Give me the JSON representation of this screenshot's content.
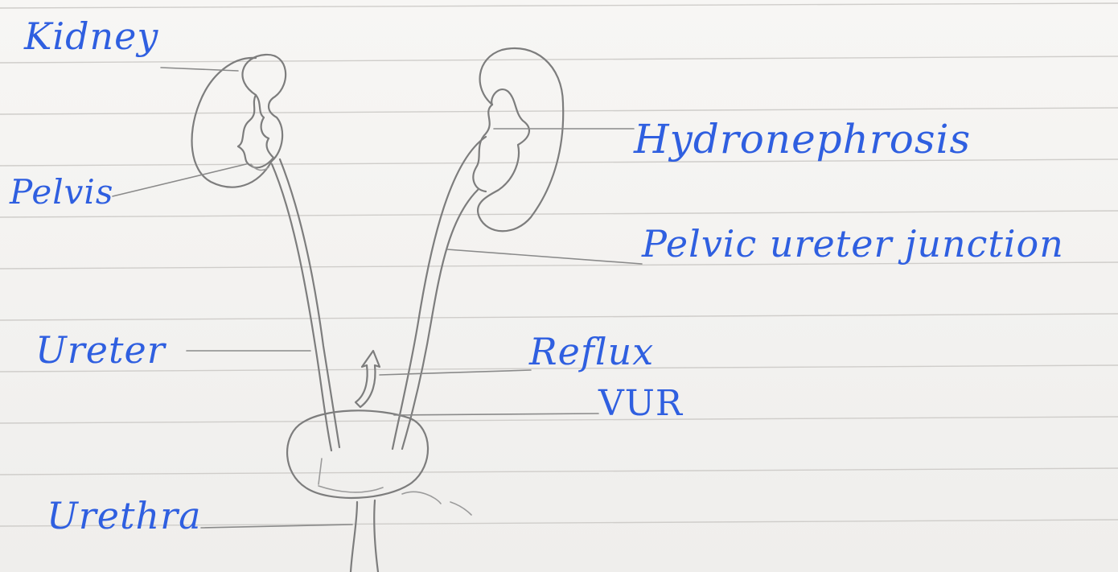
{
  "labels": {
    "kidney": "Kidney",
    "pelvis": "Pelvis",
    "hydronephrosis": "Hydronephrosis",
    "pelvic_ureter_junction": "Pelvic ureter junction",
    "ureter": "Ureter",
    "reflux": "Reflux",
    "vur": "VUR",
    "urethra": "Urethra"
  },
  "colors": {
    "ink": "#2f5fe0",
    "pencil": "#7d7d7d",
    "ruled_line": "#c9c7c4",
    "paper": "#f4f3f1"
  }
}
